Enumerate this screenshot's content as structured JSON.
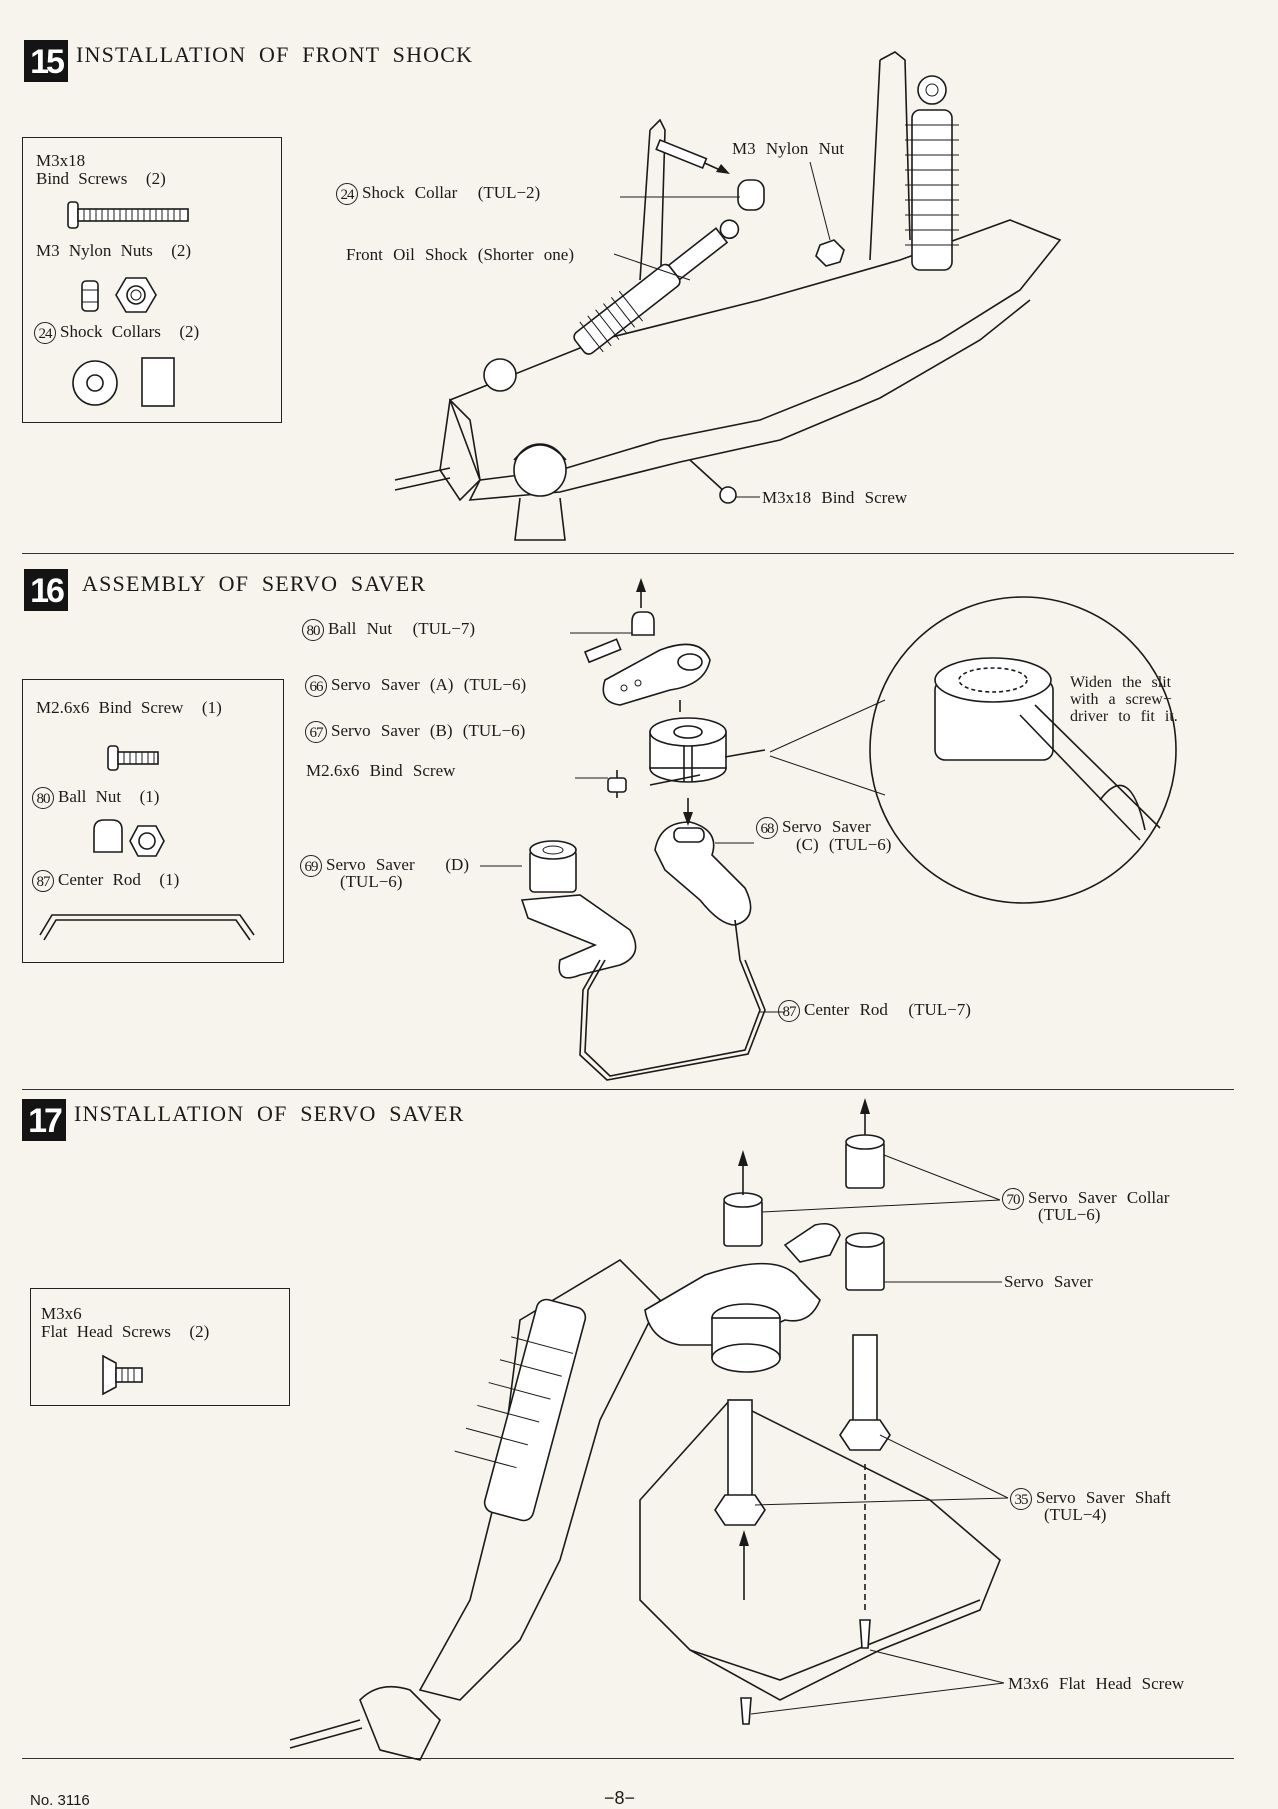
{
  "sections": [
    {
      "number": "15",
      "title": "INSTALLATION OF FRONT SHOCK",
      "parts": {
        "screw_name": "M3x18",
        "screw_desc": "Bind Screws",
        "screw_qty": "(2)",
        "nut_label": "M3 Nylon Nuts",
        "nut_qty": "(2)",
        "collar_num": "24",
        "collar_label": "Shock Collars",
        "collar_qty": "(2)"
      },
      "callouts": {
        "shock_collar_num": "24",
        "shock_collar": "Shock Collar",
        "shock_collar_code": "(TUL−2)",
        "nylon_nut": "M3 Nylon Nut",
        "oil_shock": "Front Oil Shock (Shorter one)",
        "bind_screw": "M3x18 Bind Screw"
      }
    },
    {
      "number": "16",
      "title": "ASSEMBLY OF SERVO SAVER",
      "parts": {
        "screw_label": "M2.6x6 Bind Screw",
        "screw_qty": "(1)",
        "ball_nut_num": "80",
        "ball_nut_label": "Ball Nut",
        "ball_nut_qty": "(1)",
        "rod_num": "87",
        "rod_label": "Center Rod",
        "rod_qty": "(1)"
      },
      "callouts": {
        "ball_nut_num": "80",
        "ball_nut": "Ball Nut",
        "ball_nut_code": "(TUL−7)",
        "saver_a_num": "66",
        "saver_a": "Servo Saver (A) (TUL−6)",
        "saver_b_num": "67",
        "saver_b": "Servo Saver (B) (TUL−6)",
        "bind_screw": "M2.6x6 Bind Screw",
        "saver_c_num": "68",
        "saver_c_1": "Servo Saver",
        "saver_c_2": "(C) (TUL−6)",
        "saver_d_num": "69",
        "saver_d_1": "Servo Saver",
        "saver_d_1b": "(D)",
        "saver_d_2": "(TUL−6)",
        "center_rod_num": "87",
        "center_rod": "Center Rod",
        "center_rod_code": "(TUL−7)",
        "note_1": "Widen the slit",
        "note_2": "with a screw−",
        "note_3": "driver to fit it."
      }
    },
    {
      "number": "17",
      "title": "INSTALLATION OF SERVO SAVER",
      "parts": {
        "screw_name": "M3x6",
        "screw_desc": "Flat Head Screws",
        "screw_qty": "(2)"
      },
      "callouts": {
        "collar_num": "70",
        "collar_1": "Servo Saver Collar",
        "collar_2": "(TUL−6)",
        "servo_saver": "Servo Saver",
        "shaft_num": "35",
        "shaft_1": "Servo Saver Shaft",
        "shaft_2": "(TUL−4)",
        "flat_screw": "M3x6 Flat Head Screw"
      }
    }
  ],
  "footer": {
    "doc_number": "No. 3116",
    "page": "−8−"
  }
}
